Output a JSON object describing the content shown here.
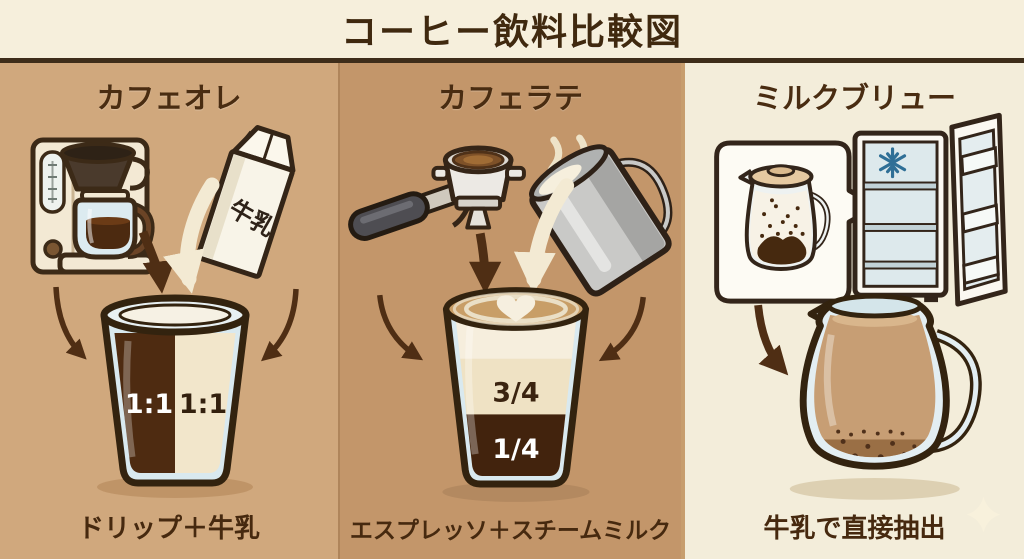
{
  "title": "コーヒー飲料比較図",
  "columns": [
    {
      "name": "カフェオレ",
      "recipe": "ドリップ＋牛乳",
      "carton_label": "牛乳",
      "coffee_ratio": "1:1",
      "milk_ratio": "1:1"
    },
    {
      "name": "カフェラテ",
      "recipe": "エスプレッソ＋スチームミルク",
      "milk_fraction": "3/4",
      "espresso_fraction": "1/4"
    },
    {
      "name": "ミルクブリュー",
      "recipe": "牛乳で直接抽出"
    }
  ],
  "colors": {
    "title_bg": "#f6efdc",
    "col1_bg": "#d0a87d",
    "col2_bg": "#c3966a",
    "col3_bg": "#f3edda",
    "outline_brown": "#3c2a17",
    "coffee_dark": "#4e2b11",
    "milk_cream": "#f2e6cb",
    "arrow_brown": "#4f2e14",
    "arrow_cream": "#f3ead3",
    "snowflake_blue": "#2f6f96"
  }
}
